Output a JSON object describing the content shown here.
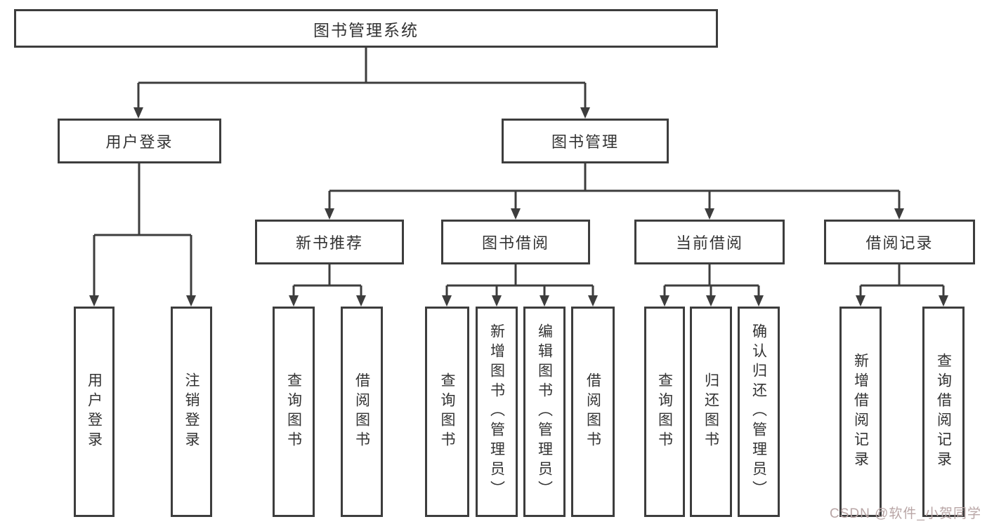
{
  "tree": {
    "title": "图书管理系统",
    "branches": [
      {
        "label": "用户登录",
        "children": [
          {
            "label": "用户登录"
          },
          {
            "label": "注销登录"
          }
        ]
      },
      {
        "label": "图书管理",
        "sections": [
          {
            "label": "新书推荐",
            "children": [
              {
                "label": "查询图书"
              },
              {
                "label": "借阅图书"
              }
            ]
          },
          {
            "label": "图书借阅",
            "children": [
              {
                "label": "查询图书"
              },
              {
                "label": "新增图书（管理员）"
              },
              {
                "label": "编辑图书（管理员）"
              },
              {
                "label": "借阅图书"
              }
            ]
          },
          {
            "label": "当前借阅",
            "children": [
              {
                "label": "查询图书"
              },
              {
                "label": "归还图书"
              },
              {
                "label": "确认归还（管理员）"
              }
            ]
          },
          {
            "label": "借阅记录",
            "children": [
              {
                "label": "新增借阅记录"
              },
              {
                "label": "查询借阅记录"
              }
            ]
          }
        ]
      }
    ]
  },
  "watermark": {
    "text": "CSDN @软件_小贺同学",
    "color": "#b9a6a6"
  },
  "colors": {
    "line": "#3d3d3d",
    "text": "#333333",
    "background": "#ffffff"
  }
}
